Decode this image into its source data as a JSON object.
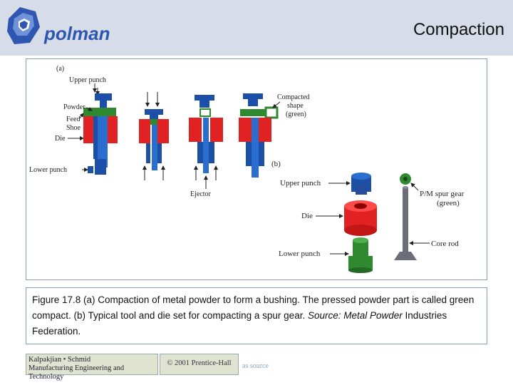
{
  "header": {
    "logo_text": "polman",
    "title": "Compaction"
  },
  "figure": {
    "part_a_label": "(a)",
    "part_b_label": "(b)",
    "a_labels": {
      "upper_punch": "Upper punch",
      "powder": "Powder",
      "feed": "Feed",
      "shoe": "Shoe",
      "die": "Die",
      "lower_punch": "Lower punch",
      "ejector": "Ejector",
      "compacted_1": "Compacted",
      "compacted_2": "shape",
      "compacted_3": "(green)"
    },
    "b_labels": {
      "upper_punch": "Upper punch",
      "die": "Die",
      "lower_punch": "Lower punch",
      "gear_1": "P/M spur gear",
      "gear_2": "(green)",
      "core_rod": "Core rod"
    },
    "colors": {
      "punch": "#1b4fa8",
      "die": "#e02222",
      "powder": "#2f8a2f",
      "rod": "#6d6d7a"
    }
  },
  "caption": {
    "main": "Figure 17.8 (a) Compaction of metal powder to form a bushing. The pressed powder part is called green compact. (b) Typical tool and die set for compacting a spur gear.",
    "source_label": "Source: Metal Powder",
    "source_end": "Industries Federation."
  },
  "footer": {
    "credit_1": "Kalpakjian • Schmid",
    "credit_2": "Manufacturing Engineering and Technology",
    "copyright": "© 2001 Prentice-Hall",
    "as_source": "as source"
  }
}
